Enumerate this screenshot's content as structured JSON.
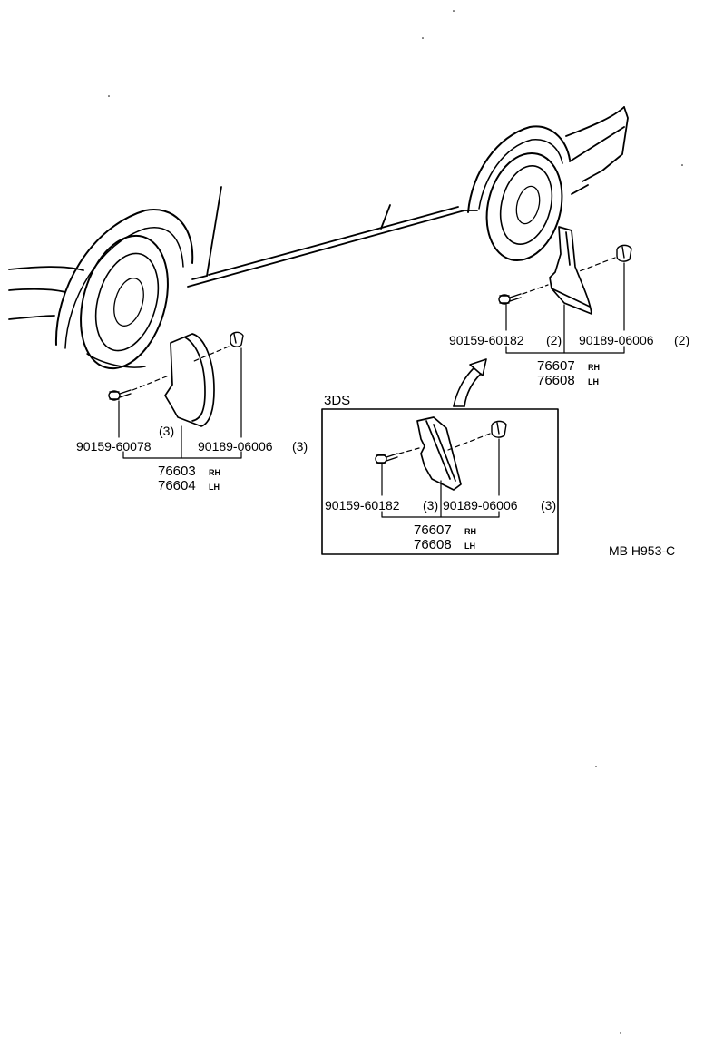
{
  "callouts": {
    "front_left": {
      "screw_part": "90159-60078",
      "screw_qty": "(3)",
      "clip_part": "90189-06006",
      "clip_qty": "(3)",
      "flap_rh_num": "76603",
      "flap_rh_tag": "RH",
      "flap_lh_num": "76604",
      "flap_lh_tag": "LH"
    },
    "rear_right": {
      "screw_part": "90159-60182",
      "screw_qty": "(2)",
      "clip_part": "90189-06006",
      "clip_qty": "(2)",
      "flap_rh_num": "76607",
      "flap_rh_tag": "RH",
      "flap_lh_num": "76608",
      "flap_lh_tag": "LH"
    },
    "variant_3ds": {
      "title": "3DS",
      "screw_part": "90159-60182",
      "screw_qty": "(3)",
      "clip_part": "90189-06006",
      "clip_qty": "(3)",
      "flap_rh_num": "76607",
      "flap_rh_tag": "RH",
      "flap_lh_num": "76608",
      "flap_lh_tag": "LH"
    }
  },
  "diagram_code": "MB H953-C"
}
